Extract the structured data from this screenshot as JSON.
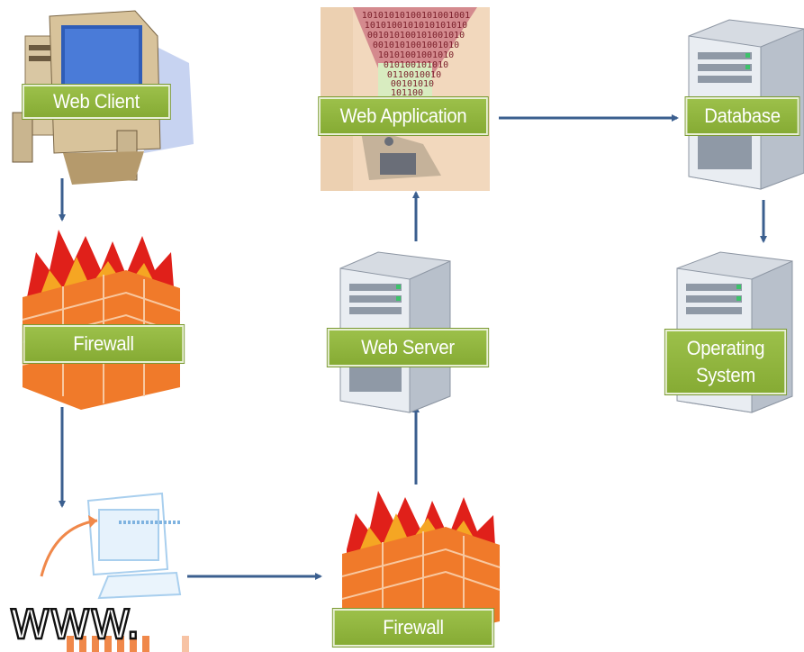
{
  "nodes": {
    "web_client": "Web Client",
    "firewall_1": "Firewall",
    "internet": "www.",
    "firewall_2": "Firewall",
    "web_server": "Web Server",
    "web_application": "Web Application",
    "database": "Database",
    "operating_system_line1": "Operating",
    "operating_system_line2": "System"
  },
  "binary_text": [
    "10101010100101001001",
    "1010100101010101010",
    "001010100101001010",
    "0010101001001010",
    "10101001001010",
    "010100101010",
    "0110010010",
    "00101010",
    "101100"
  ],
  "colors": {
    "label_green": "#8db43d",
    "arrow_blue": "#3b5f8f",
    "brick_orange": "#f07a2a",
    "flame_red": "#e0201a"
  }
}
